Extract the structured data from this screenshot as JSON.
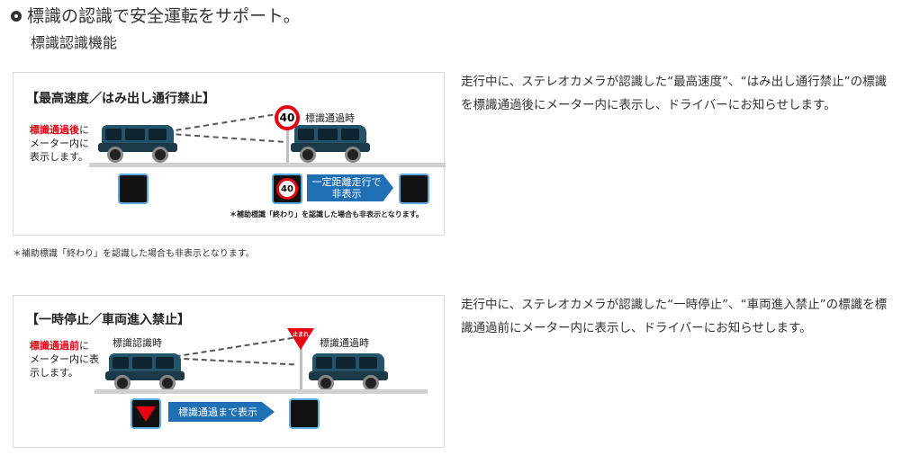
{
  "header": {
    "title": "標識の認識で安全運転をサポート。",
    "subtitle": "標識認識機能"
  },
  "panel1": {
    "heading": "【最高速度／はみ出し通行禁止】",
    "note_red": "標識通過後",
    "note_rest1": "に",
    "note_line2": "メーター内に",
    "note_line3": "表示します。",
    "sign_value": "40",
    "pass_label": "標識通過時",
    "arrow_line1": "一定距離走行で",
    "arrow_line2": "非表示",
    "foot_note": "＊補助標識「終わり」を認識した場合も非表示となります。"
  },
  "outer_note": "＊補助標識「終わり」を認識した場合も非表示となります。",
  "desc1": "走行中に、ステレオカメラが認識した“最高速度”、“はみ出し通行禁止”の標識を標識通過後にメーター内に表示し、ドライバーにお知らせします。",
  "panel2": {
    "heading": "【一時停止／車両進入禁止】",
    "note_red": "標識通過前",
    "note_rest1": "に",
    "note_line2": "メーター内に表",
    "note_line3": "示します。",
    "recog_label": "標識認識時",
    "pass_label": "標識通過時",
    "stop_text": "止まれ",
    "arrow_text": "標識通過まで表示"
  },
  "desc2": "走行中に、ステレオカメラが認識した“一時停止”、“車両進入禁止”の標識を標識通過前にメーター内に表示し、ドライバーにお知らせします。",
  "colors": {
    "accent_red": "#e60012",
    "arrow_blue": "#1f6fb5",
    "car": "#25536a"
  }
}
